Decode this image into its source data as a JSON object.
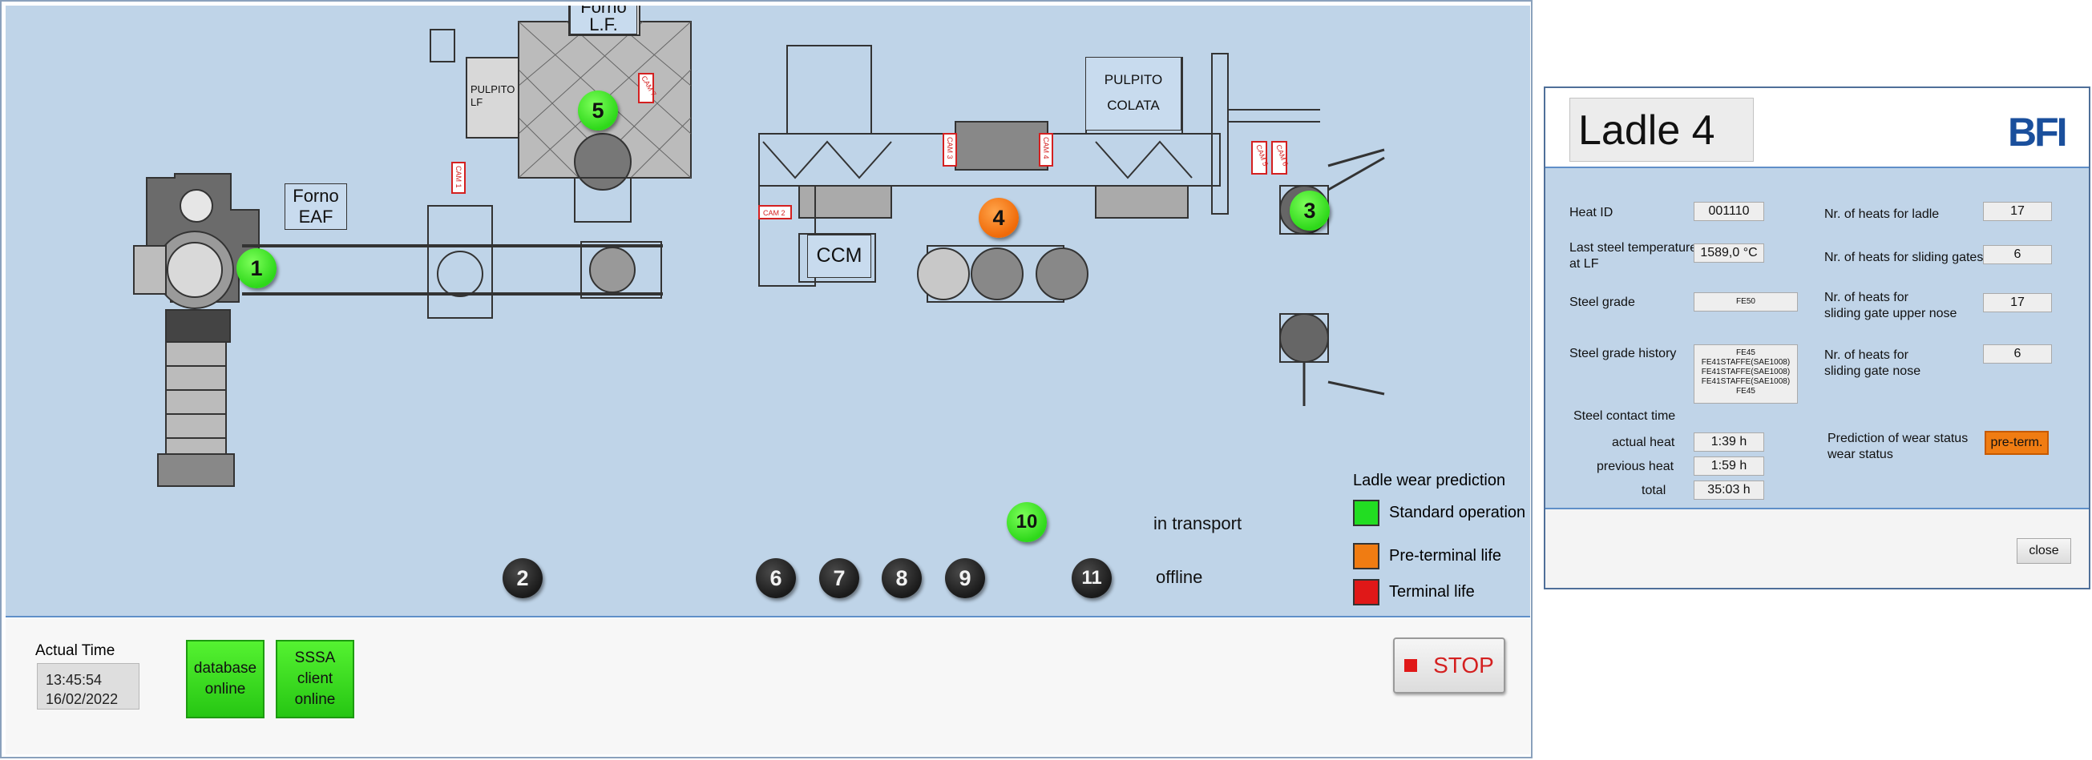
{
  "plant": {
    "labels": {
      "forno_eaf": "Forno\nEAF",
      "forno_lf": "Forno\nL.F.",
      "pulpito_lf": "PULPITO\nLF",
      "pulpito_colata": "PULPITO\nCOLATA",
      "ccm": "CCM",
      "in_transport": "in transport",
      "offline": "offline"
    },
    "camera_tags": [
      "CAM 1",
      "CAM 2",
      "CAM 3",
      "CAM 4",
      "CAM 5",
      "CAM 6",
      "CAM 7"
    ],
    "ladles": [
      {
        "id": "1",
        "status": "green"
      },
      {
        "id": "5",
        "status": "green"
      },
      {
        "id": "4",
        "status": "orange"
      },
      {
        "id": "3",
        "status": "green"
      },
      {
        "id": "10",
        "status": "green"
      },
      {
        "id": "2",
        "status": "offline"
      },
      {
        "id": "6",
        "status": "offline"
      },
      {
        "id": "7",
        "status": "offline"
      },
      {
        "id": "8",
        "status": "offline"
      },
      {
        "id": "9",
        "status": "offline"
      },
      {
        "id": "11",
        "status": "offline"
      }
    ],
    "legend": {
      "title": "Ladle wear prediction",
      "items": [
        {
          "label": "Standard operation",
          "color": "#22dd22"
        },
        {
          "label": "Pre-terminal life",
          "color": "#f07c12"
        },
        {
          "label": "Terminal life",
          "color": "#e01818"
        }
      ]
    }
  },
  "footer": {
    "time_label": "Actual Time",
    "time_value": "13:45:54",
    "date_value": "16/02/2022",
    "database_status": "database\nonline",
    "sssa_status": "SSSA\nclient\nonline",
    "stop_label": "STOP"
  },
  "dialog": {
    "title": "Ladle 4",
    "logo_text": "BFI",
    "heat_id_label": "Heat ID",
    "heat_id": "001110",
    "last_temp_label": "Last steel temperature\nat LF",
    "last_temp": "1589,0 °C",
    "steel_grade_label": "Steel grade",
    "steel_grade": "FE50",
    "history_label": "Steel grade history",
    "history": [
      "FE45",
      "FE41STAFFE(SAE1008)",
      "FE41STAFFE(SAE1008)",
      "FE41STAFFE(SAE1008)",
      "FE45"
    ],
    "contact_label": "Steel contact time",
    "actual_heat_label": "actual heat",
    "actual_heat": "1:39 h",
    "previous_heat_label": "previous heat",
    "previous_heat": "1:59 h",
    "total_label": "total",
    "total": "35:03 h",
    "heats_ladle_label": "Nr. of heats for ladle",
    "heats_ladle": "17",
    "heats_gates_label": "Nr. of heats for sliding gates",
    "heats_gates": "6",
    "heats_upper_label": "Nr. of heats for\nsliding gate upper nose",
    "heats_upper": "17",
    "heats_nose_label": "Nr. of heats for\nsliding gate nose",
    "heats_nose": "6",
    "prediction_label": "Prediction of wear status\nwear status",
    "prediction": "pre-term.",
    "close_label": "close"
  }
}
